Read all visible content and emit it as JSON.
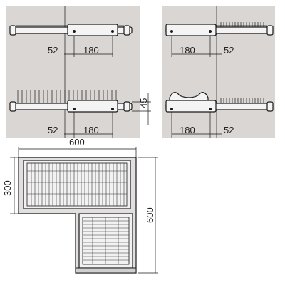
{
  "panel_top_left": {
    "dims": {
      "left_offset": "52",
      "spacing": "180"
    }
  },
  "panel_top_right": {
    "dims": {
      "spacing": "180",
      "right_offset": "52"
    }
  },
  "panel_mid_left": {
    "dims": {
      "left_offset": "52",
      "spacing": "180",
      "height": "45"
    }
  },
  "panel_mid_right": {
    "dims": {
      "spacing": "180",
      "right_offset": "52"
    }
  },
  "corner_plan": {
    "dims": {
      "width": "600",
      "depth_left": "300",
      "depth_right": "600"
    }
  }
}
